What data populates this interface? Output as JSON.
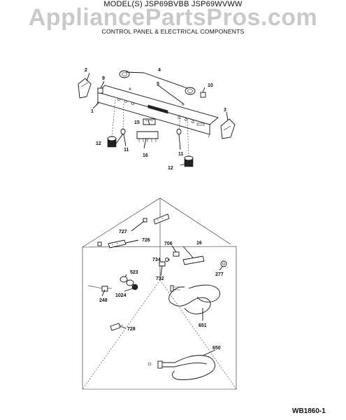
{
  "header": {
    "model": "MODEL(S) JSP69BVBB  JSP69WVWW",
    "subtitle": "CONTROL PANEL & ELECTRICAL COMPONENTS"
  },
  "watermark": "AppliancePartsPros.com",
  "diagram_id": "WB1860-1",
  "labels": {
    "p1": "1",
    "p2": "2",
    "p3": "3",
    "p4": "4",
    "p5": "5",
    "p9": "9",
    "p10": "10",
    "p11a": "11",
    "p11b": "11",
    "p12a": "12",
    "p12b": "12",
    "p15": "15",
    "p16a": "16",
    "p727": "727",
    "p726": "726",
    "p706": "706",
    "p16b": "16",
    "p734": "734",
    "p732": "732",
    "p277": "277",
    "p523": "523",
    "p1024": "1024",
    "p248": "248",
    "p651": "651",
    "p728": "728",
    "p650": "650"
  }
}
